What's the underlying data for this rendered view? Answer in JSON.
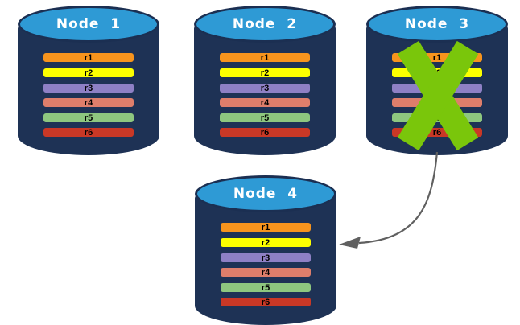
{
  "diagram": {
    "description": "replicated-database-nodes-diagram",
    "background": "#ffffff"
  },
  "colors": {
    "cylinder_body": "#1E3255",
    "cylinder_top": "#2E9AD5",
    "cylinder_outline": "#1B2F52",
    "node_label_text": "#FFFFFF",
    "row_text": "#000000",
    "failure_x": "#7AC60B",
    "arrow": "#606060",
    "rows": {
      "r1": "#F7941D",
      "r2": "#FDFF00",
      "r3": "#8E80C5",
      "r4": "#DE7E6B",
      "r5": "#8EC77F",
      "r6": "#C93826"
    }
  },
  "nodes": [
    {
      "id": "node-1",
      "label": "Node  1",
      "failed": false,
      "rows": [
        "r1",
        "r2",
        "r3",
        "r4",
        "r5",
        "r6"
      ]
    },
    {
      "id": "node-2",
      "label": "Node  2",
      "failed": false,
      "rows": [
        "r1",
        "r2",
        "r3",
        "r4",
        "r5",
        "r6"
      ]
    },
    {
      "id": "node-3",
      "label": "Node  3",
      "failed": true,
      "rows": [
        "r1",
        "r2",
        "r3",
        "r4",
        "r5",
        "r6"
      ]
    },
    {
      "id": "node-4",
      "label": "Node  4",
      "failed": false,
      "rows": [
        "r1",
        "r2",
        "r3",
        "r4",
        "r5",
        "r6"
      ]
    }
  ],
  "annotations": {
    "failure_mark_icon": "x-mark",
    "failure_mark_on": "Node  3",
    "arrow": {
      "from": "Node  3",
      "to": "Node  4"
    }
  }
}
